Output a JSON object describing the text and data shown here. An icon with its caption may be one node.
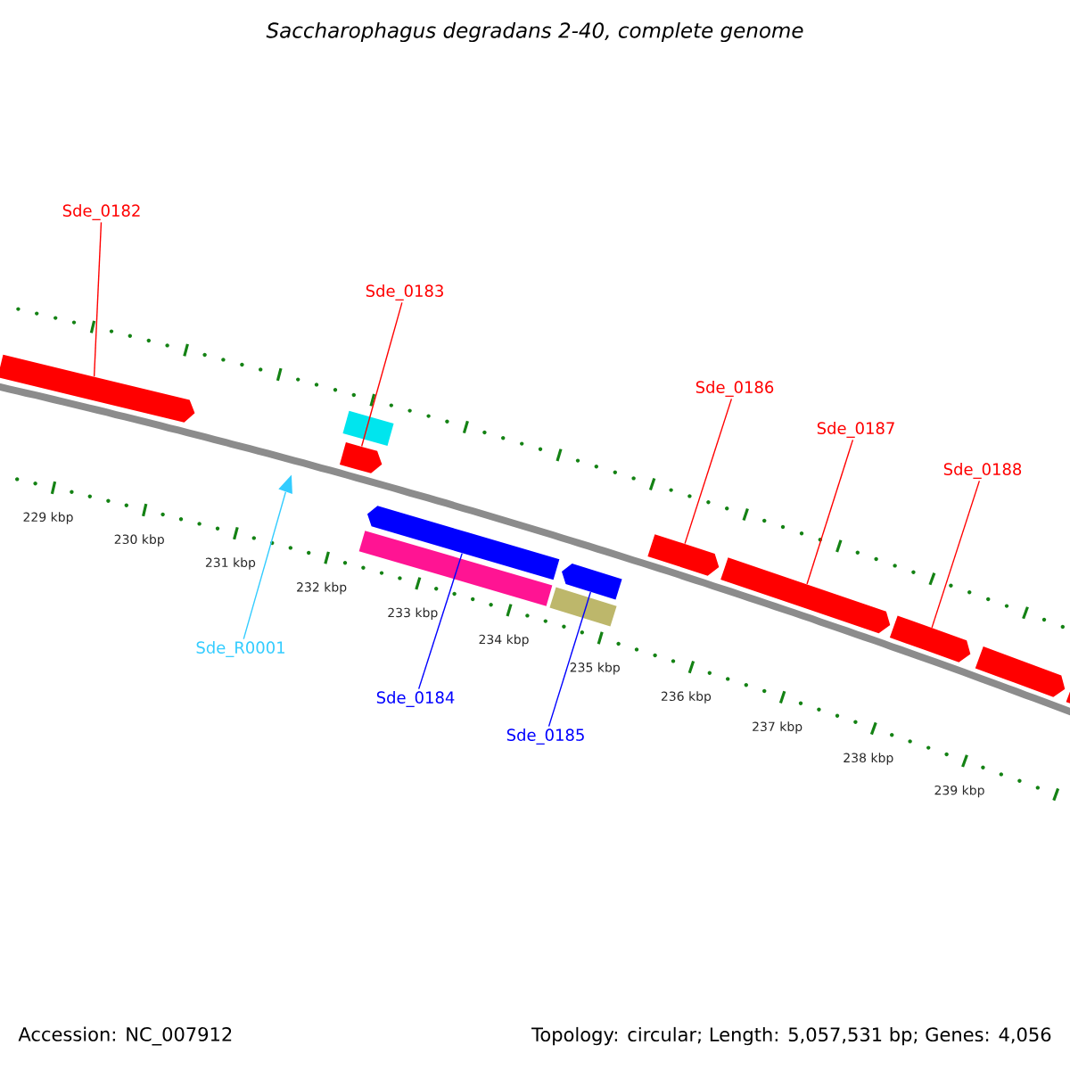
{
  "diagram": {
    "title": "Saccharophagus degradans 2-40, complete genome",
    "nodes": [
      {
        "text": [
          "Sde_0182"
        ]
      },
      {
        "text": [
          "Sde_0183"
        ]
      },
      {
        "text": [
          "Sde_0186"
        ]
      },
      {
        "text": [
          "Sde_0187"
        ]
      },
      {
        "text": [
          "Sde_0188"
        ]
      },
      {
        "text": [
          "Sde_R0001"
        ]
      },
      {
        "text": [
          "Sde_0184"
        ]
      },
      {
        "text": [
          "Sde_0185"
        ]
      },
      {
        "text": [],
        "shape": "arrow"
      },
      {
        "text": [],
        "shape": "triangle"
      },
      {
        "text": [],
        "shape": "arrow"
      },
      {
        "text": [],
        "shape": "box"
      },
      {
        "text": [],
        "shape": "box"
      },
      {
        "text": [],
        "shape": "arrow"
      },
      {
        "text": [],
        "shape": "box"
      },
      {
        "text": [],
        "shape": "arrow"
      },
      {
        "text": [],
        "shape": "arrow"
      },
      {
        "text": [],
        "shape": "arrow"
      },
      {
        "text": [],
        "shape": "arrow"
      },
      {
        "text": [],
        "shape": "arrow"
      },
      {
        "text": [],
        "shape": "arrow"
      }
    ],
    "edges": [
      {
        "from": 0,
        "to": 8,
        "arrow": "none"
      },
      {
        "from": 1,
        "to": 10,
        "arrow": "none"
      },
      {
        "from": 2,
        "to": 16,
        "arrow": "none"
      },
      {
        "from": 3,
        "to": 17,
        "arrow": "none"
      },
      {
        "from": 4,
        "to": 18,
        "arrow": "none"
      },
      {
        "from": 5,
        "to": 9,
        "arrow": "none",
        "color": "#33ccff"
      },
      {
        "from": 6,
        "to": 13,
        "arrow": "none",
        "color": "#0000ff"
      },
      {
        "from": 7,
        "to": 15,
        "arrow": "none",
        "color": "#0000ff"
      }
    ],
    "labels": [
      "229 kbp",
      "230 kbp",
      "231 kbp",
      "232 kbp",
      "233 kbp",
      "234 kbp",
      "235 kbp",
      "236 kbp",
      "237 kbp",
      "238 kbp",
      "239 kbp",
      "Accession: NC_007912",
      "Topology: circular; Length: 5,057,531 bp; Genes: 4,056"
    ]
  }
}
